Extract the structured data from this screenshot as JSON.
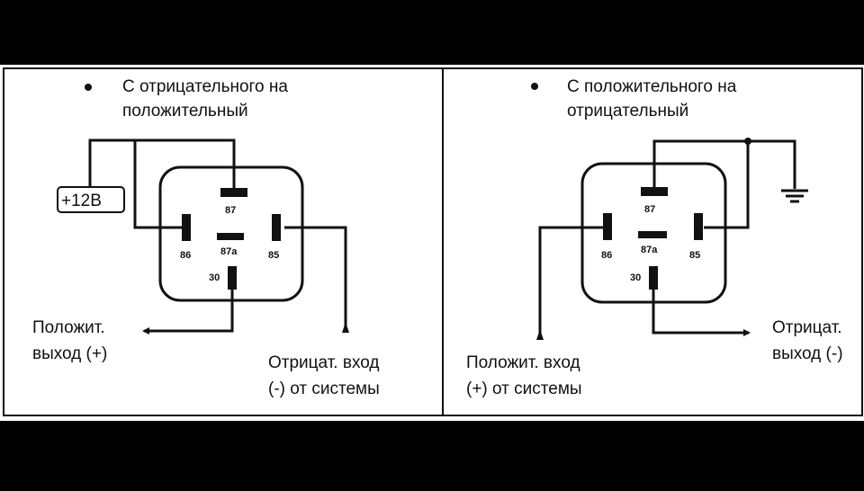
{
  "left_panel": {
    "title_line1": "С отрицательного на",
    "title_line2": "положительный",
    "supply_label": "+12В",
    "pins": {
      "p87": "87",
      "p86": "86",
      "p87a": "87a",
      "p85": "85",
      "p30": "30"
    },
    "output_label_line1": "Положит.",
    "output_label_line2": "выход (+)",
    "input_label_line1": "Отрицат. вход",
    "input_label_line2": "(-) от системы"
  },
  "right_panel": {
    "title_line1": "С положительного на",
    "title_line2": "отрицательный",
    "pins": {
      "p87": "87",
      "p86": "86",
      "p87a": "87a",
      "p85": "85",
      "p30": "30"
    },
    "output_label_line1": "Отрицат.",
    "output_label_line2": "выход (-)",
    "input_label_line1": "Положит. вход",
    "input_label_line2": "(+) от системы"
  },
  "colors": {
    "background": "#000000",
    "panel": "#ffffff",
    "ink": "#111111"
  }
}
